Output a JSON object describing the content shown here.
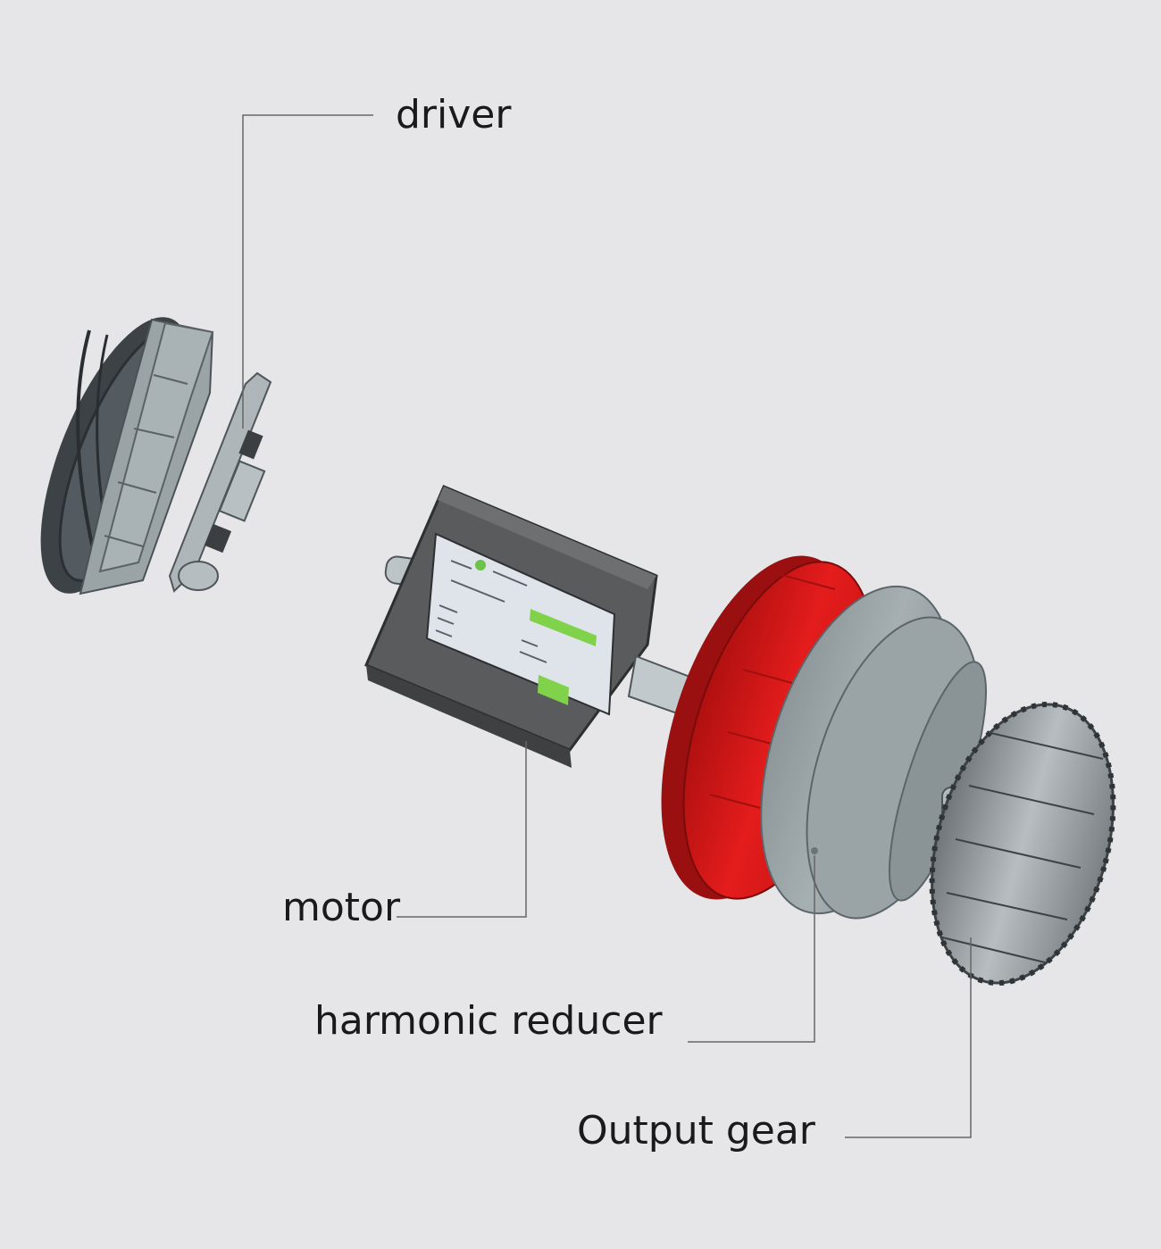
{
  "labels": {
    "driver": "driver",
    "motor": "motor",
    "harmonic_reducer": "harmonic reducer",
    "output_gear": "Output gear"
  },
  "colors": {
    "background": "#e6e6e8",
    "reducer_red": "#e01a1a",
    "casing_gray": "#9aa4a6",
    "motor_dark": "#5e5e5e",
    "motor_label_panel": "#dfe3ea",
    "indicator_green": "#7fd24a",
    "leader_line": "#666666"
  }
}
